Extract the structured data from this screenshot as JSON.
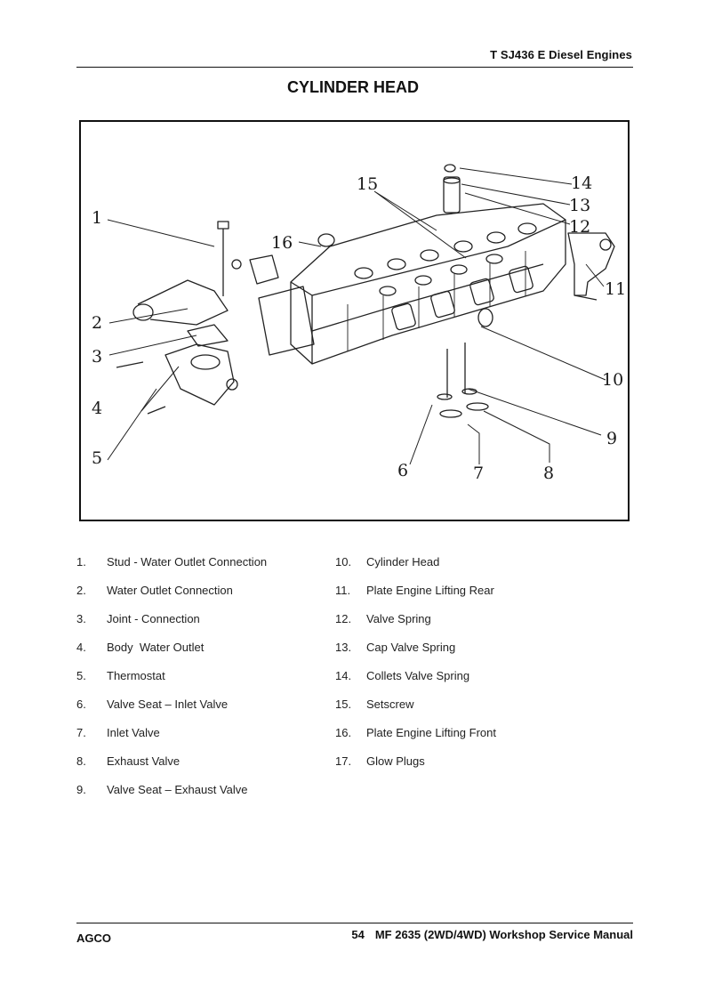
{
  "header": {
    "title": "T SJ436 E Diesel Engines"
  },
  "page_title": "CYLINDER HEAD",
  "figure": {
    "callouts": [
      "1",
      "2",
      "3",
      "4",
      "5",
      "6",
      "7",
      "8",
      "9",
      "10",
      "11",
      "12",
      "13",
      "14",
      "15",
      "16"
    ]
  },
  "legend": {
    "col1": [
      {
        "num": "1.",
        "label": "Stud - Water Outlet Connection"
      },
      {
        "num": "2.",
        "label": "Water Outlet Connection"
      },
      {
        "num": "3.",
        "label": "Joint - Connection"
      },
      {
        "num": "4.",
        "label": "Body  Water Outlet"
      },
      {
        "num": "5.",
        "label": "Thermostat"
      },
      {
        "num": "6.",
        "label": "Valve Seat – Inlet Valve"
      },
      {
        "num": "7.",
        "label": "Inlet Valve"
      },
      {
        "num": "8.",
        "label": "Exhaust Valve"
      },
      {
        "num": "9.",
        "label": "Valve Seat – Exhaust Valve"
      }
    ],
    "col2": [
      {
        "num": "10.",
        "label": "Cylinder Head"
      },
      {
        "num": "11.",
        "label": "Plate Engine Lifting Rear"
      },
      {
        "num": "12.",
        "label": "Valve Spring"
      },
      {
        "num": "13.",
        "label": "Cap Valve Spring"
      },
      {
        "num": "14.",
        "label": "Collets Valve Spring"
      },
      {
        "num": "15.",
        "label": "Setscrew"
      },
      {
        "num": "16.",
        "label": "Plate Engine Lifting Front"
      },
      {
        "num": "17.",
        "label": "Glow Plugs"
      }
    ]
  },
  "footer": {
    "left": "AGCO",
    "page": "54",
    "manual": "MF 2635 (2WD/4WD) Workshop Service Manual"
  }
}
